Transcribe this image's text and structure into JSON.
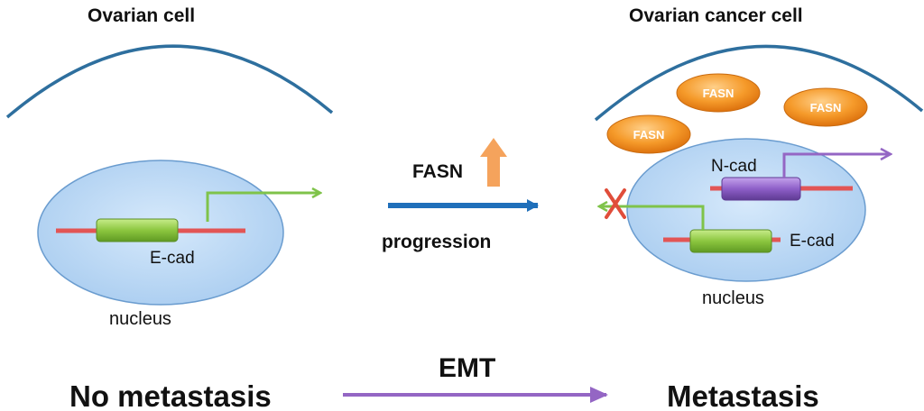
{
  "left_cell": {
    "title": "Ovarian cell",
    "nucleus_label": "nucleus",
    "gene_label": "E-cad"
  },
  "right_cell": {
    "title": "Ovarian cancer cell",
    "nucleus_label": "nucleus",
    "gene_top_label": "N-cad",
    "gene_bottom_label": "E-cad",
    "fasn_labels": [
      "FASN",
      "FASN",
      "FASN"
    ]
  },
  "middle": {
    "fasn_label": "FASN",
    "progression_label": "progression"
  },
  "bottom": {
    "left_label": "No metastasis",
    "center_label": "EMT",
    "right_label": "Metastasis"
  },
  "colors": {
    "membrane": "#2e6f9e",
    "nucleus_fill": "#b8d8f4",
    "nucleus_stroke": "#6a9ccf",
    "dna": "#e25555",
    "gene_green": "#8cc63f",
    "gene_purple": "#8e5fc8",
    "arrow_green": "#7fc34a",
    "arrow_purple": "#9466c4",
    "arrow_blue": "#1f6fba",
    "arrow_orange": "#f5a35c",
    "fasn_orange": "#f08a1c",
    "x_mark": "#e04d3a"
  }
}
